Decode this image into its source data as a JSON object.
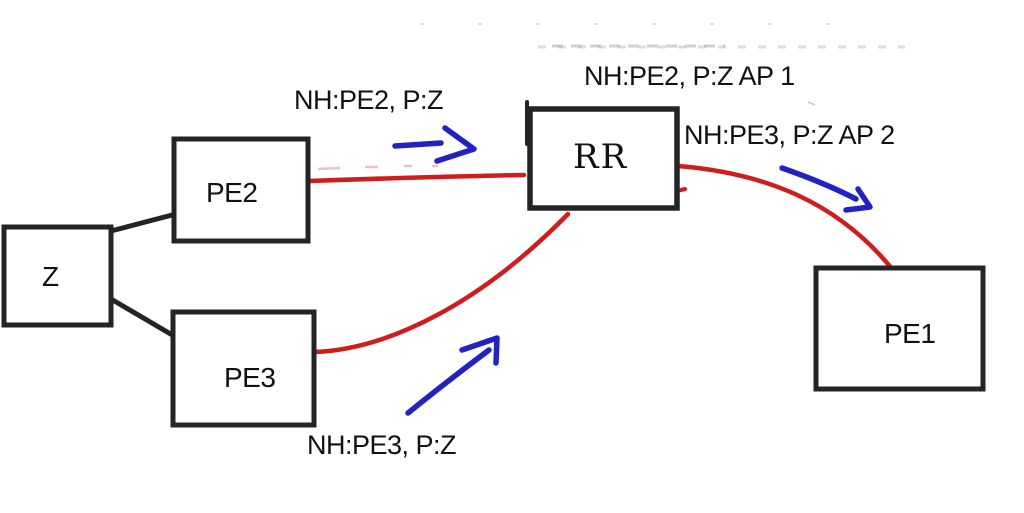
{
  "nodes": {
    "z": {
      "label": "Z"
    },
    "pe2": {
      "label": "PE2"
    },
    "pe3": {
      "label": "PE3"
    },
    "rr": {
      "label": "RR"
    },
    "pe1": {
      "label": "PE1"
    }
  },
  "annotations": {
    "pe2_advertisement": {
      "text": "NH:PE2, P:Z"
    },
    "rr_path1": {
      "text": "NH:PE2, P:Z AP 1"
    },
    "rr_path2": {
      "text": "NH:PE3, P:Z AP 2"
    },
    "pe3_advertisement": {
      "text": "NH:PE3, P:Z"
    }
  },
  "icons": {
    "arrow_pe2_to_rr": "hand-drawn-blue-arrow-right-icon",
    "arrow_pe3_to_rr": "hand-drawn-blue-arrow-up-right-icon",
    "arrow_rr_to_pe1": "hand-drawn-blue-arrow-down-right-icon"
  },
  "colors": {
    "ink_black": "#242424",
    "route_red": "#cf1d1d",
    "arrow_blue": "#2222c3",
    "smudge_gray": "#b9b9b9",
    "text_black": "#111111",
    "background": "#ffffff"
  }
}
